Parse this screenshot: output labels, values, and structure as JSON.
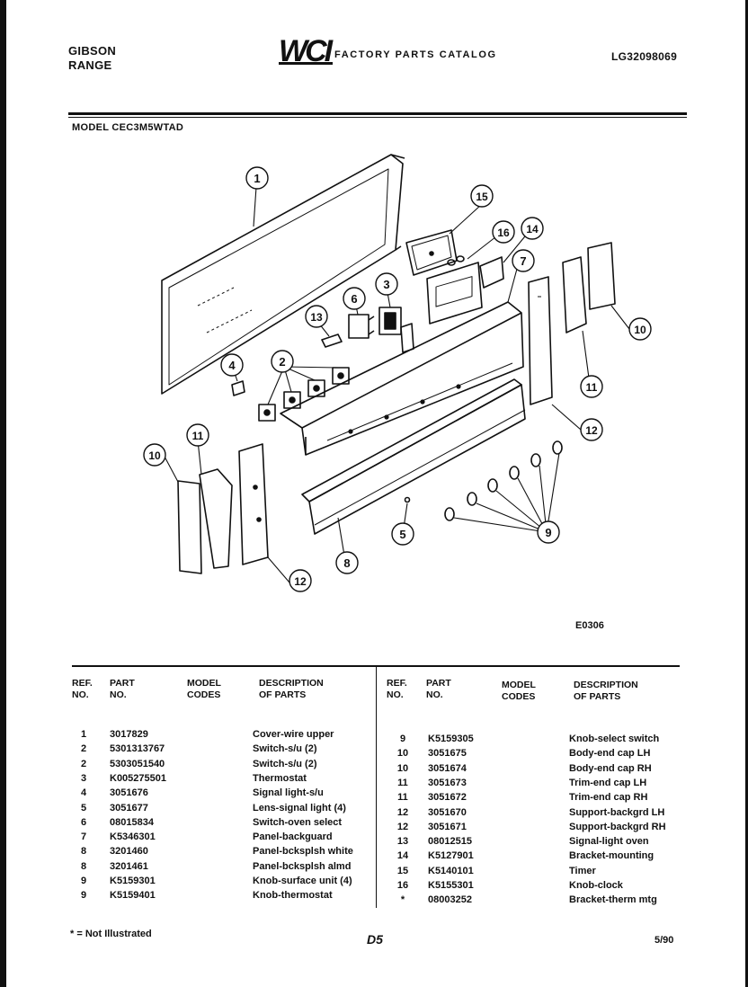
{
  "header": {
    "brand_line1": "GIBSON",
    "brand_line2": "RANGE",
    "logo_text": "WCI",
    "catalog_title": "FACTORY PARTS CATALOG",
    "doc_number": "LG32098069",
    "model_line": "MODEL CEC3M5WTAD"
  },
  "diagram": {
    "code": "E0306",
    "callouts": [
      "1",
      "2",
      "3",
      "4",
      "5",
      "6",
      "7",
      "8",
      "9",
      "10",
      "11",
      "12",
      "13",
      "14",
      "15",
      "16"
    ]
  },
  "table": {
    "headers": {
      "ref_no": [
        "REF.",
        "NO."
      ],
      "part_no": [
        "PART",
        "NO."
      ],
      "model_codes": [
        "MODEL",
        "CODES"
      ],
      "description": [
        "DESCRIPTION",
        "OF PARTS"
      ]
    },
    "left_rows": [
      {
        "ref": "1",
        "part": "3017829",
        "desc": "Cover-wire upper"
      },
      {
        "ref": "2",
        "part": "5301313767",
        "desc": "Switch-s/u (2)"
      },
      {
        "ref": "2",
        "part": "5303051540",
        "desc": "Switch-s/u (2)"
      },
      {
        "ref": "3",
        "part": "K005275501",
        "desc": "Thermostat"
      },
      {
        "ref": "4",
        "part": "3051676",
        "desc": "Signal light-s/u"
      },
      {
        "ref": "5",
        "part": "3051677",
        "desc": "Lens-signal light (4)"
      },
      {
        "ref": "6",
        "part": "08015834",
        "desc": "Switch-oven select"
      },
      {
        "ref": "7",
        "part": "K5346301",
        "desc": "Panel-backguard"
      },
      {
        "ref": "8",
        "part": "3201460",
        "desc": "Panel-bcksplsh white"
      },
      {
        "ref": "8",
        "part": "3201461",
        "desc": "Panel-bcksplsh almd"
      },
      {
        "ref": "9",
        "part": "K5159301",
        "desc": "Knob-surface unit (4)"
      },
      {
        "ref": "9",
        "part": "K5159401",
        "desc": "Knob-thermostat"
      }
    ],
    "right_rows": [
      {
        "ref": "9",
        "part": "K5159305",
        "desc": "Knob-select switch"
      },
      {
        "ref": "10",
        "part": "3051675",
        "desc": "Body-end cap LH"
      },
      {
        "ref": "10",
        "part": "3051674",
        "desc": "Body-end cap RH"
      },
      {
        "ref": "11",
        "part": "3051673",
        "desc": "Trim-end cap LH"
      },
      {
        "ref": "11",
        "part": "3051672",
        "desc": "Trim-end cap RH"
      },
      {
        "ref": "12",
        "part": "3051670",
        "desc": "Support-backgrd LH"
      },
      {
        "ref": "12",
        "part": "3051671",
        "desc": "Support-backgrd RH"
      },
      {
        "ref": "13",
        "part": "08012515",
        "desc": "Signal-light oven"
      },
      {
        "ref": "14",
        "part": "K5127901",
        "desc": "Bracket-mounting"
      },
      {
        "ref": "15",
        "part": "K5140101",
        "desc": "Timer"
      },
      {
        "ref": "16",
        "part": "K5155301",
        "desc": "Knob-clock"
      },
      {
        "ref": "*",
        "part": "08003252",
        "desc": "Bracket-therm mtg"
      }
    ]
  },
  "footer": {
    "note": "* = Not Illustrated",
    "page_mark": "D5",
    "date": "5/90"
  }
}
